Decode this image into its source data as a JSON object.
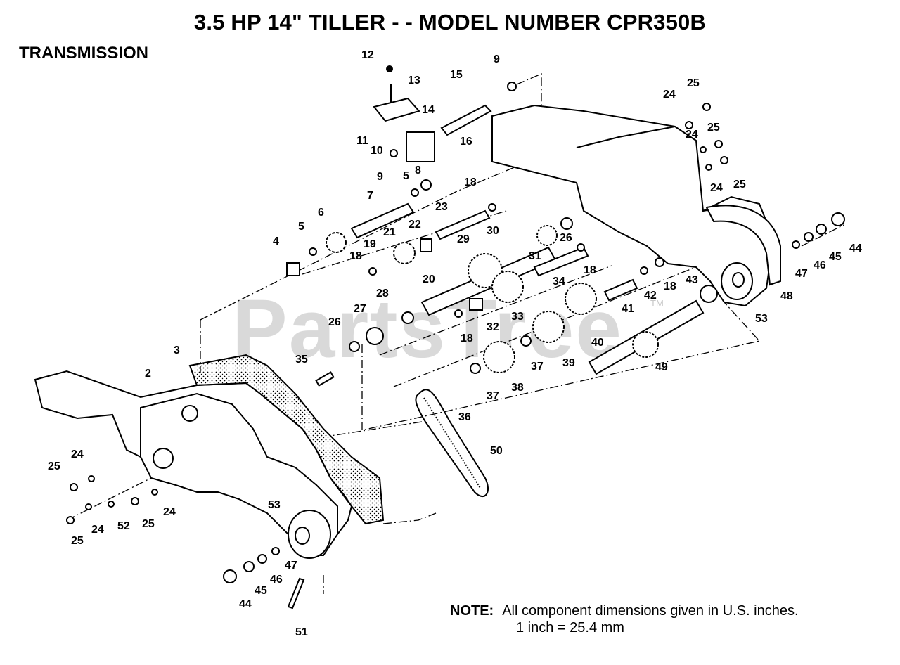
{
  "title": "3.5 HP 14\" TILLER - - MODEL NUMBER CPR350B",
  "section": "TRANSMISSION",
  "watermark": "PartsTree",
  "watermark_tm": "TM",
  "note_label": "NOTE:",
  "note_text": "All component dimensions given in U.S. inches.",
  "note_conversion": "1 inch = 25.4 mm",
  "callouts": {
    "c12": "12",
    "c13": "13",
    "c15": "15",
    "c9a": "9",
    "c14": "14",
    "c11": "11",
    "c10": "10",
    "c16": "16",
    "c9b": "9",
    "c5a": "5",
    "c8": "8",
    "c18a": "18",
    "c7": "7",
    "c23": "23",
    "c6": "6",
    "c5b": "5",
    "c22": "22",
    "c21": "21",
    "c30": "30",
    "c29": "29",
    "c31": "31",
    "c4": "4",
    "c19": "19",
    "c18b": "18",
    "c20": "20",
    "c26a": "26",
    "c18c": "18",
    "c34": "34",
    "c28": "28",
    "c27": "27",
    "c32": "32",
    "c33": "33",
    "c26b": "26",
    "c18d": "18",
    "c42": "42",
    "c18e": "18",
    "c43": "43",
    "c41": "41",
    "c40": "40",
    "c39": "39",
    "c37a": "37",
    "c49": "49",
    "c38": "38",
    "c37b": "37",
    "c36": "36",
    "c35": "35",
    "c3": "3",
    "c2": "2",
    "c50": "50",
    "c24a": "24",
    "c25a": "25",
    "c24b": "24",
    "c25b": "25",
    "c24c": "24",
    "c25c": "25",
    "c44a": "44",
    "c45a": "45",
    "c46a": "46",
    "c47a": "47",
    "c48": "48",
    "c53a": "53",
    "c24d": "24",
    "c25d": "25",
    "c24e": "24",
    "c25e": "25",
    "c24f": "24",
    "c52": "52",
    "c25f": "25",
    "c53b": "53",
    "c47b": "47",
    "c46b": "46",
    "c45b": "45",
    "c44b": "44",
    "c51": "51"
  }
}
